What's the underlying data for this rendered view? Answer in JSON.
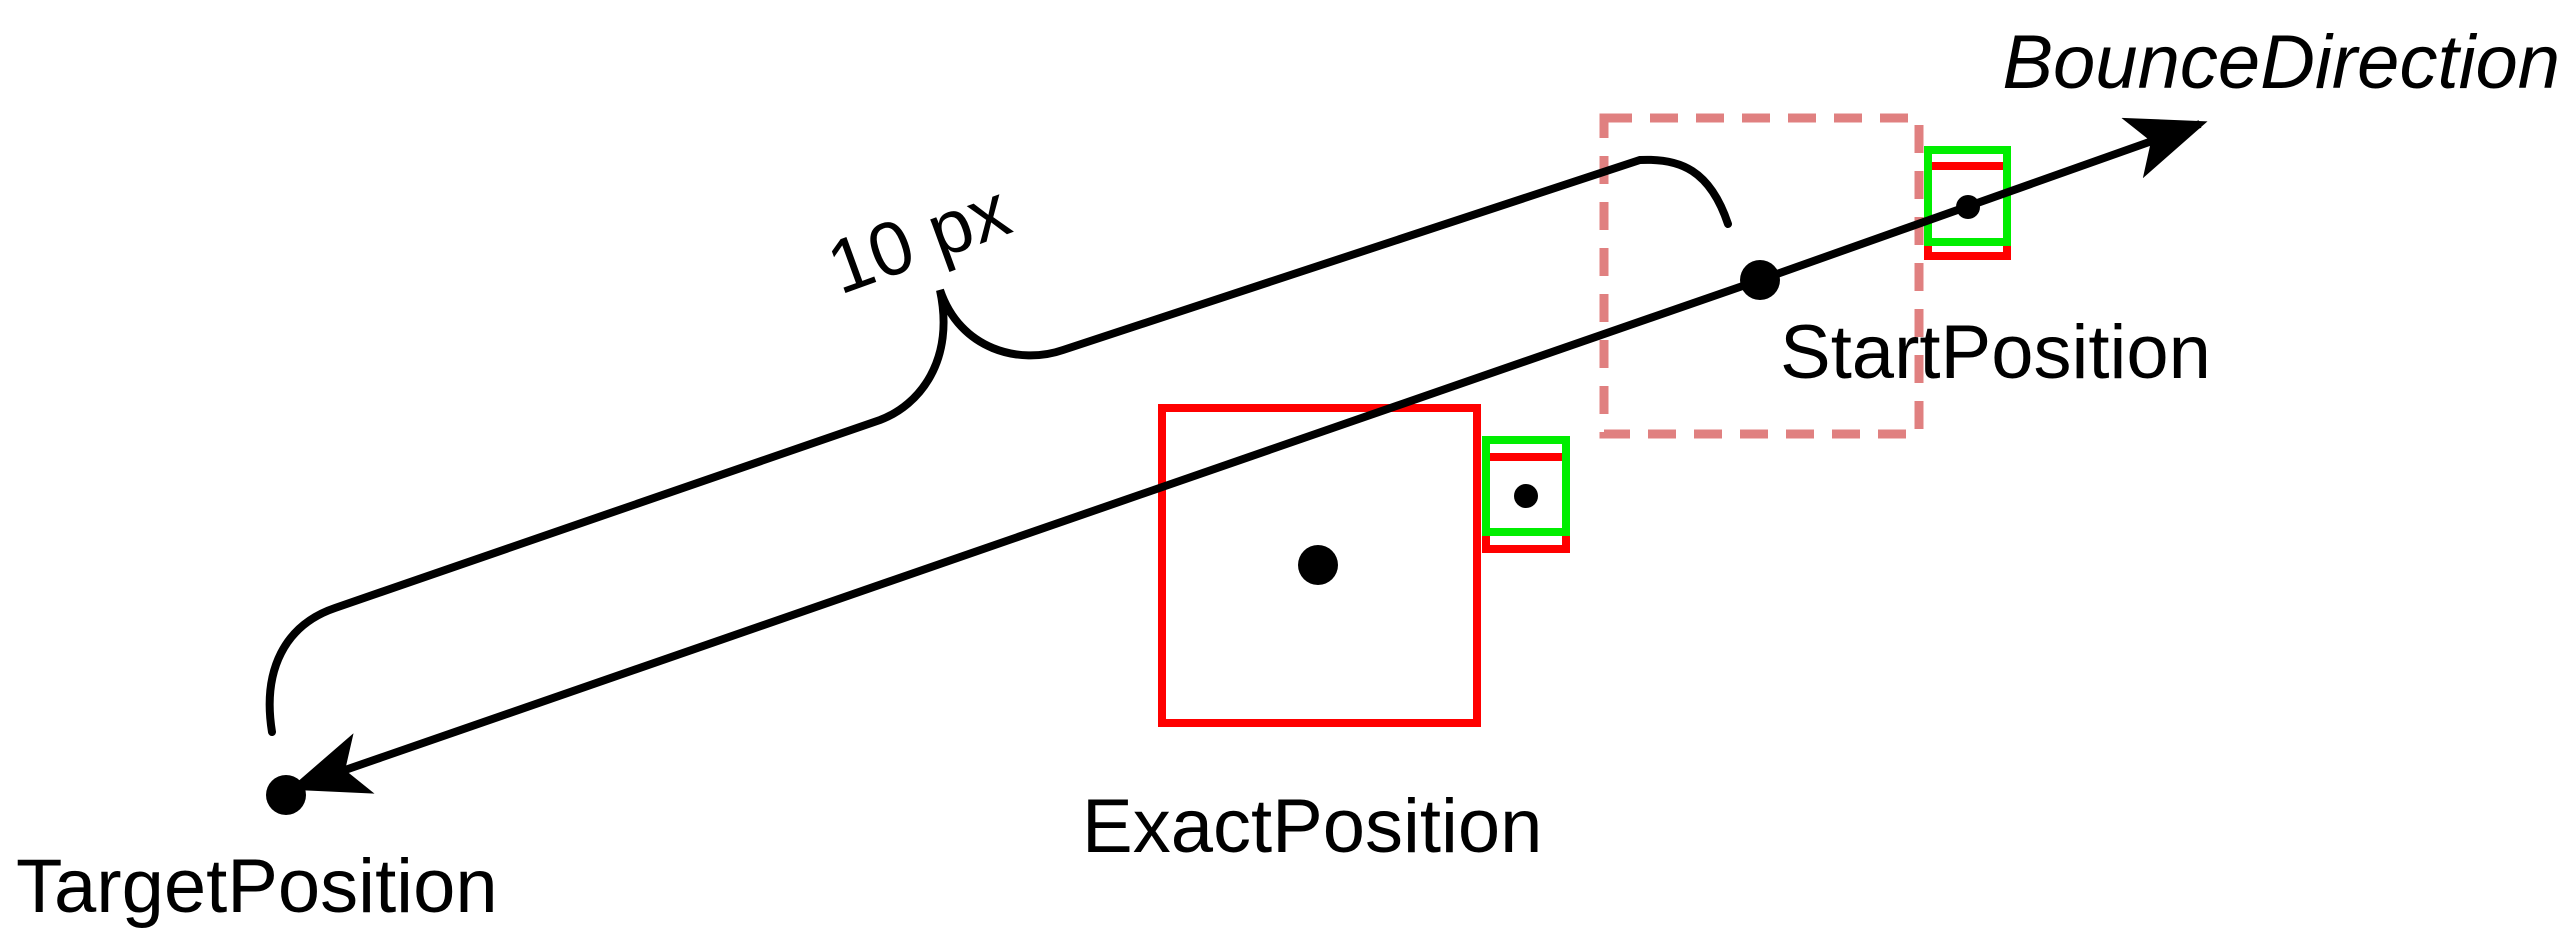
{
  "labels": {
    "bounce_direction": "BounceDirection",
    "distance": "10 px",
    "start_position": "StartPosition",
    "exact_position": "ExactPosition",
    "target_position": "TargetPosition"
  },
  "colors": {
    "stroke": "#000000",
    "exact_box": "#ff0000",
    "start_box_dashed": "#e08080",
    "probe_box": "#00ee00",
    "probe_underline": "#ff0000",
    "background": "#ffffff"
  }
}
